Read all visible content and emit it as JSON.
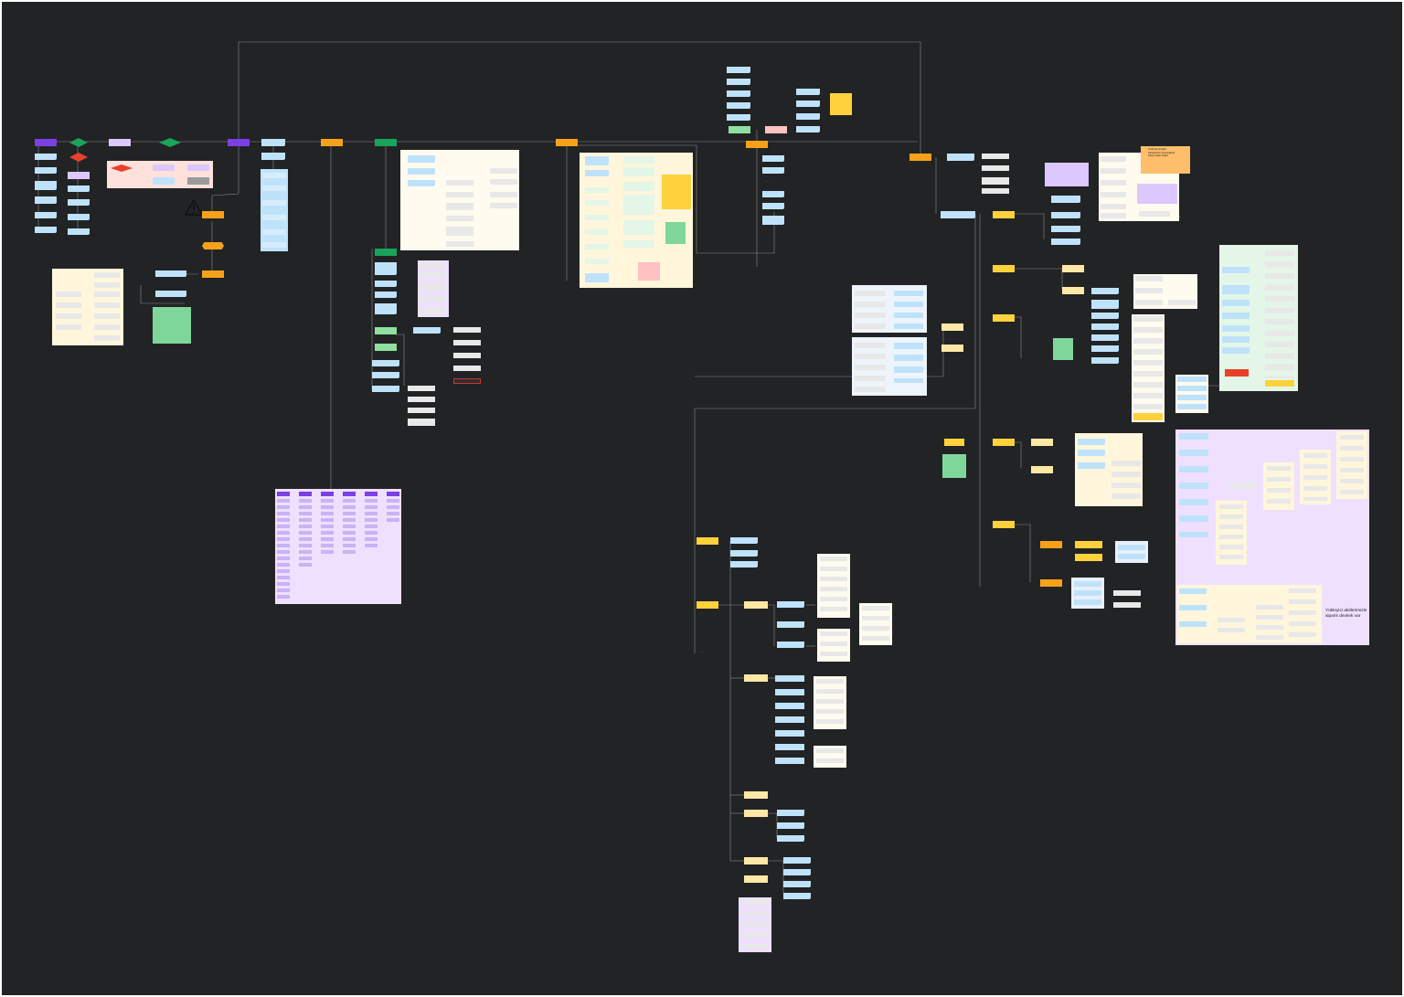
{
  "board": {
    "background": "#222325",
    "colors": {
      "purple": "#7b3fe4",
      "lavender": "#dcc8ff",
      "orange": "#f7a11a",
      "yellow": "#ffd23c",
      "pale_yellow": "#ffe8a6",
      "light_blue": "#bfe2fb",
      "green": "#1aa35a",
      "light_green": "#8fe0a0",
      "red": "#e8402a",
      "pink": "#ffc1c1"
    },
    "icons": [
      "warning-triangle-icon"
    ]
  },
  "notes": {
    "orange_list": [
      "Teslimat süreleri",
      "Siparişlerin dinamiğimiz",
      "Kargo takip bilgisi"
    ],
    "bottom_right": "Yükleyici aktilerimizle siparis devtiek var"
  }
}
